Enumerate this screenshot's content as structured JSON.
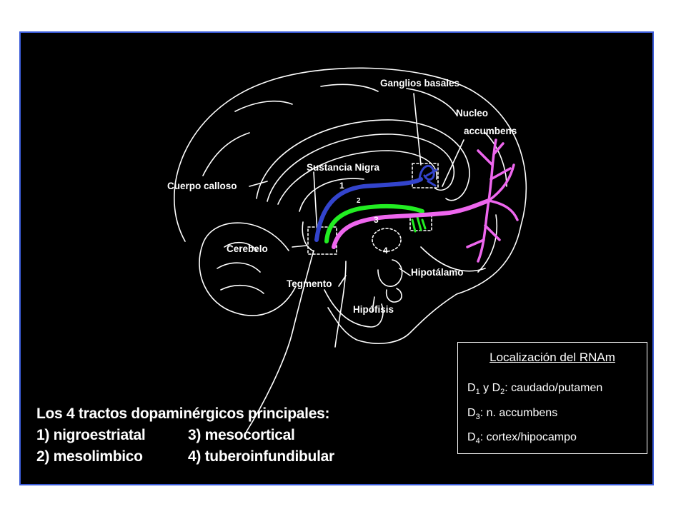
{
  "labels": {
    "ganglios": "Ganglios basales",
    "nucleo": "Nucleo",
    "accumbens": "accumbens",
    "sustancia": "Sustancia Nigra",
    "cuerpo": "Cuerpo calloso",
    "cerebelo": "Cerebelo",
    "tegmento": "Tegmento",
    "hipofisis": "Hipófisis",
    "hipotalamo": "Hipotálamo"
  },
  "tract_numbers": [
    "1",
    "2",
    "3",
    "4"
  ],
  "legend": {
    "title": "Localización del RNAm",
    "rows": [
      {
        "a": "D",
        "a_sub": "1",
        "mid": " y D",
        "b_sub": "2",
        "rest": ": caudado/putamen"
      },
      {
        "a": "D",
        "a_sub": "3",
        "rest": ": n. accumbens"
      },
      {
        "a": "D",
        "a_sub": "4",
        "rest": ": cortex/hipocampo"
      }
    ]
  },
  "tracts": {
    "heading": "Los 4 tractos dopaminérgicos principales:",
    "items": [
      "1) nigroestriatal",
      "2) mesolimbico",
      "3) mesocortical",
      "4) tuberoinfundibular"
    ]
  },
  "colors": {
    "nigrostriatal": "#3344cc",
    "mesolimbic": "#22ee22",
    "mesocortical": "#ee66ee",
    "outline": "#ffffff",
    "border": "#3a5bd9"
  }
}
